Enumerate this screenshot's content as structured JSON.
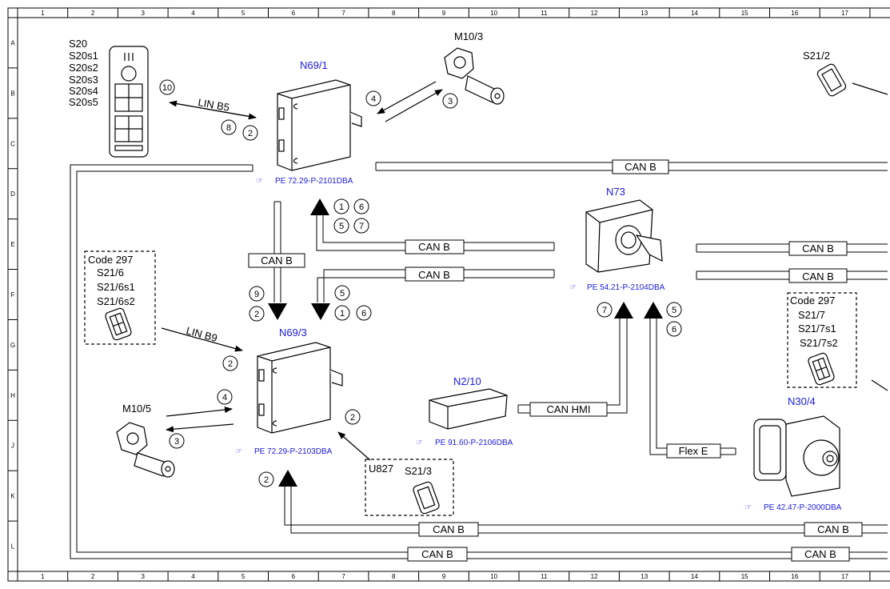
{
  "grid": {
    "columns": [
      "1",
      "2",
      "3",
      "4",
      "5",
      "6",
      "7",
      "8",
      "9",
      "10",
      "11",
      "12",
      "13",
      "14",
      "15",
      "16",
      "17"
    ],
    "rows": [
      "A",
      "B",
      "C",
      "D",
      "E",
      "F",
      "G",
      "H",
      "J",
      "K",
      "L"
    ]
  },
  "components": {
    "n69_1": "N69/1",
    "n69_3": "N69/3",
    "n73": "N73",
    "n2_10": "N2/10",
    "n30_4": "N30/4",
    "m10_3": "M10/3",
    "m10_5": "M10/5",
    "s21_2": "S21/2",
    "s20_group": [
      "S20",
      "S20s1",
      "S20s2",
      "S20s3",
      "S20s4",
      "S20s5"
    ],
    "code297_left": [
      "Code 297",
      "S21/6",
      "S21/6s1",
      "S21/6s2"
    ],
    "code297_right": [
      "Code 297",
      "S21/7",
      "S21/7s1",
      "S21/7s2"
    ],
    "u827": [
      "U827",
      "S21/3"
    ]
  },
  "references": {
    "n69_1": "PE 72.29-P-2101DBA",
    "n69_3": "PE 72.29-P-2103DBA",
    "n73": "PE 54.21-P-2104DBA",
    "n2_10": "PE 91.60-P-2106DBA",
    "n30_4": "PE 42.47-P-2000DBA"
  },
  "buses": {
    "can_b": "CAN B",
    "can_hmi": "CAN HMI",
    "flex_e": "Flex E",
    "lin_b5": "LIN B5",
    "lin_b9": "LIN B9"
  },
  "signals": {
    "s10": "10",
    "s8": "8",
    "s2a": "2",
    "s4a": "4",
    "s3a": "3",
    "s1a": "1",
    "s6a": "6",
    "s5a": "5",
    "s7a": "7",
    "s9": "9",
    "s2b": "2",
    "s5b": "5",
    "s1b": "1",
    "s6b": "6",
    "s7b": "7",
    "s5c": "5",
    "s6c": "6",
    "s2c": "2",
    "s4b": "4",
    "s3b": "3",
    "s2d": "2",
    "s2e": "2"
  },
  "colors": {
    "component_label": "#1a1ae6",
    "line": "#000000"
  }
}
